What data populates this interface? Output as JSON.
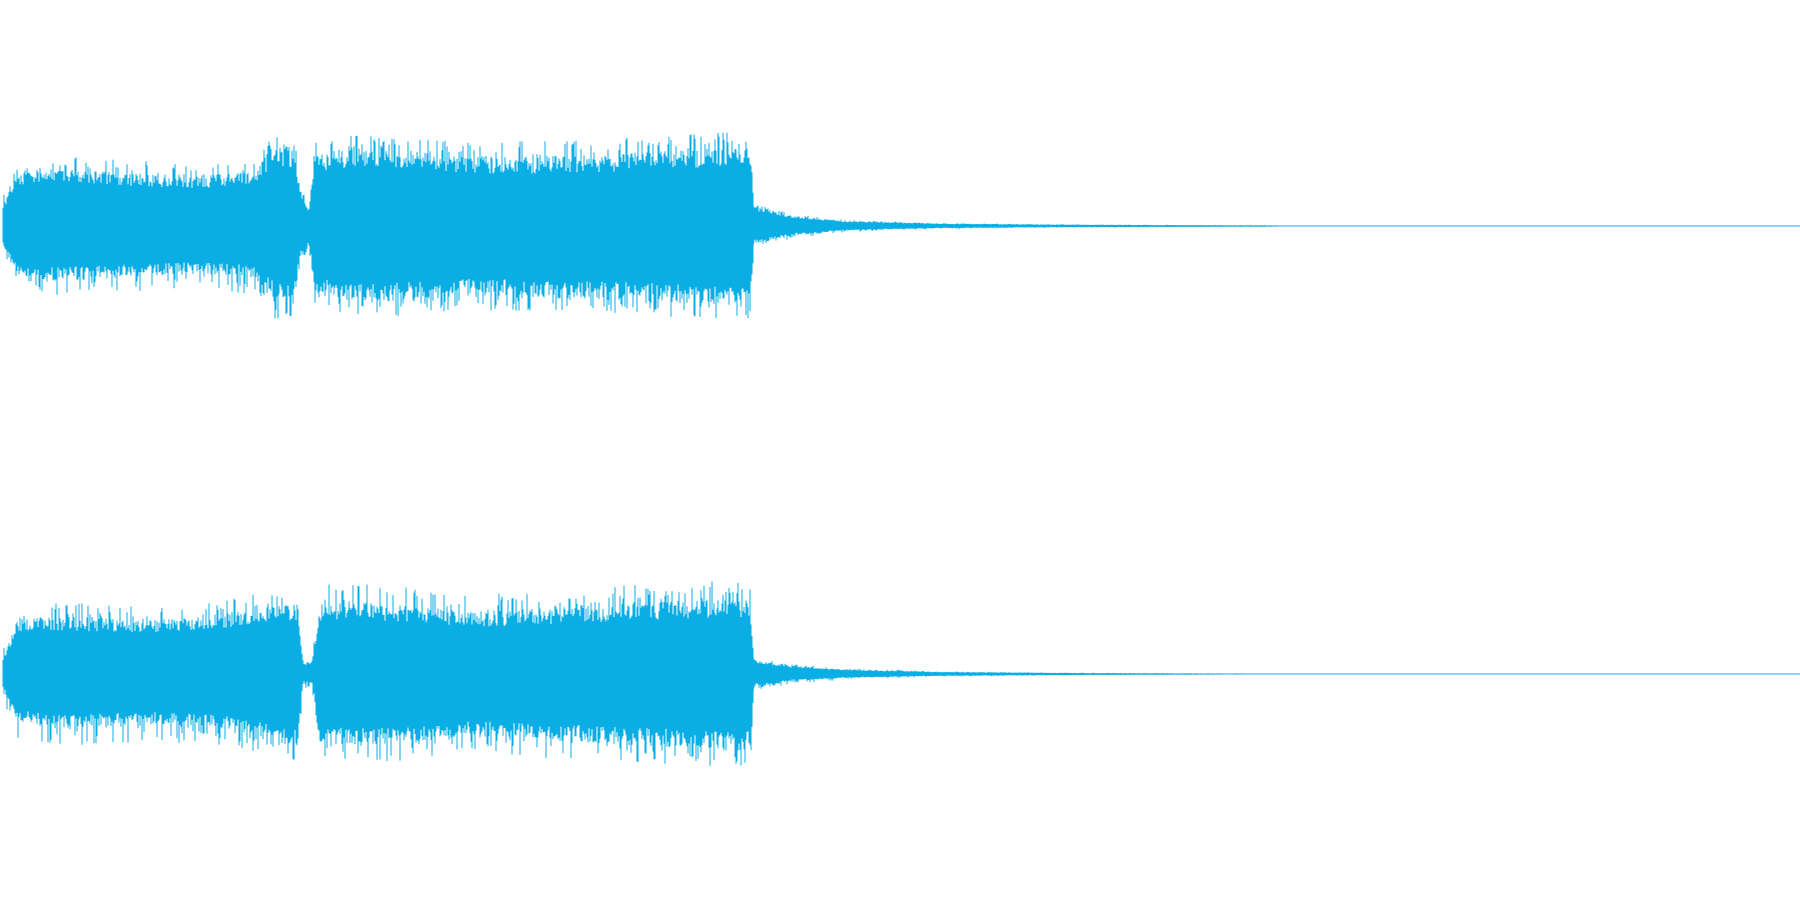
{
  "chart_data": {
    "type": "waveform",
    "color": "#0aaee4",
    "channels": [
      {
        "name": "",
        "envelope": [
          {
            "t": 0.0,
            "top": 0.2,
            "bottom": 0.2,
            "peak": 0.3
          },
          {
            "t": 0.008,
            "top": 0.55,
            "bottom": 0.5,
            "peak": 0.62
          },
          {
            "t": 0.03,
            "top": 0.58,
            "bottom": 0.55,
            "peak": 0.7
          },
          {
            "t": 0.08,
            "top": 0.52,
            "bottom": 0.5,
            "peak": 0.65
          },
          {
            "t": 0.11,
            "top": 0.5,
            "bottom": 0.48,
            "peak": 0.62
          },
          {
            "t": 0.14,
            "top": 0.56,
            "bottom": 0.52,
            "peak": 0.7
          },
          {
            "t": 0.15,
            "top": 0.8,
            "bottom": 0.72,
            "peak": 0.95
          },
          {
            "t": 0.162,
            "top": 0.78,
            "bottom": 0.75,
            "peak": 0.9
          },
          {
            "t": 0.166,
            "top": 0.35,
            "bottom": 0.3,
            "peak": 0.4
          },
          {
            "t": 0.17,
            "top": 0.18,
            "bottom": 0.18,
            "peak": 0.22
          },
          {
            "t": 0.174,
            "top": 0.72,
            "bottom": 0.68,
            "peak": 0.88
          },
          {
            "t": 0.2,
            "top": 0.8,
            "bottom": 0.78,
            "peak": 0.92
          },
          {
            "t": 0.23,
            "top": 0.76,
            "bottom": 0.74,
            "peak": 0.9
          },
          {
            "t": 0.26,
            "top": 0.7,
            "bottom": 0.7,
            "peak": 0.85
          },
          {
            "t": 0.3,
            "top": 0.7,
            "bottom": 0.72,
            "peak": 0.85
          },
          {
            "t": 0.34,
            "top": 0.72,
            "bottom": 0.74,
            "peak": 0.88
          },
          {
            "t": 0.38,
            "top": 0.76,
            "bottom": 0.78,
            "peak": 0.92
          },
          {
            "t": 0.41,
            "top": 0.8,
            "bottom": 0.82,
            "peak": 0.95
          },
          {
            "t": 0.416,
            "top": 0.78,
            "bottom": 0.8,
            "peak": 0.92
          },
          {
            "t": 0.418,
            "top": 0.2,
            "bottom": 0.18,
            "peak": 0.22
          },
          {
            "t": 0.44,
            "top": 0.1,
            "bottom": 0.09,
            "peak": 0.12
          },
          {
            "t": 0.47,
            "top": 0.05,
            "bottom": 0.045,
            "peak": 0.06
          },
          {
            "t": 0.52,
            "top": 0.025,
            "bottom": 0.022,
            "peak": 0.03
          },
          {
            "t": 0.6,
            "top": 0.013,
            "bottom": 0.012,
            "peak": 0.015
          },
          {
            "t": 0.71,
            "top": 0.006,
            "bottom": 0.006,
            "peak": 0.008
          },
          {
            "t": 0.72,
            "top": 0.0,
            "bottom": 0.0,
            "peak": 0.0
          },
          {
            "t": 1.0,
            "top": 0.0,
            "bottom": 0.0,
            "peak": 0.0
          }
        ]
      },
      {
        "name": "",
        "envelope": [
          {
            "t": 0.0,
            "top": 0.15,
            "bottom": 0.15,
            "peak": 0.25
          },
          {
            "t": 0.008,
            "top": 0.55,
            "bottom": 0.48,
            "peak": 0.65
          },
          {
            "t": 0.03,
            "top": 0.58,
            "bottom": 0.55,
            "peak": 0.72
          },
          {
            "t": 0.08,
            "top": 0.55,
            "bottom": 0.5,
            "peak": 0.68
          },
          {
            "t": 0.11,
            "top": 0.58,
            "bottom": 0.52,
            "peak": 0.7
          },
          {
            "t": 0.14,
            "top": 0.66,
            "bottom": 0.6,
            "peak": 0.8
          },
          {
            "t": 0.15,
            "top": 0.72,
            "bottom": 0.7,
            "peak": 0.88
          },
          {
            "t": 0.164,
            "top": 0.7,
            "bottom": 0.72,
            "peak": 0.86
          },
          {
            "t": 0.167,
            "top": 0.12,
            "bottom": 0.1,
            "peak": 0.15
          },
          {
            "t": 0.172,
            "top": 0.12,
            "bottom": 0.1,
            "peak": 0.15
          },
          {
            "t": 0.176,
            "top": 0.7,
            "bottom": 0.68,
            "peak": 0.9
          },
          {
            "t": 0.2,
            "top": 0.72,
            "bottom": 0.72,
            "peak": 0.92
          },
          {
            "t": 0.23,
            "top": 0.68,
            "bottom": 0.68,
            "peak": 0.86
          },
          {
            "t": 0.26,
            "top": 0.62,
            "bottom": 0.62,
            "peak": 0.8
          },
          {
            "t": 0.3,
            "top": 0.66,
            "bottom": 0.66,
            "peak": 0.84
          },
          {
            "t": 0.34,
            "top": 0.7,
            "bottom": 0.7,
            "peak": 0.88
          },
          {
            "t": 0.38,
            "top": 0.74,
            "bottom": 0.74,
            "peak": 0.92
          },
          {
            "t": 0.41,
            "top": 0.76,
            "bottom": 0.78,
            "peak": 0.94
          },
          {
            "t": 0.416,
            "top": 0.72,
            "bottom": 0.74,
            "peak": 0.9
          },
          {
            "t": 0.418,
            "top": 0.14,
            "bottom": 0.13,
            "peak": 0.16
          },
          {
            "t": 0.44,
            "top": 0.08,
            "bottom": 0.07,
            "peak": 0.1
          },
          {
            "t": 0.47,
            "top": 0.045,
            "bottom": 0.04,
            "peak": 0.055
          },
          {
            "t": 0.52,
            "top": 0.022,
            "bottom": 0.02,
            "peak": 0.028
          },
          {
            "t": 0.6,
            "top": 0.01,
            "bottom": 0.01,
            "peak": 0.013
          },
          {
            "t": 0.69,
            "top": 0.005,
            "bottom": 0.005,
            "peak": 0.007
          },
          {
            "t": 0.7,
            "top": 0.0,
            "bottom": 0.0,
            "peak": 0.0
          },
          {
            "t": 1.0,
            "top": 0.0,
            "bottom": 0.0,
            "peak": 0.0
          }
        ]
      }
    ]
  }
}
